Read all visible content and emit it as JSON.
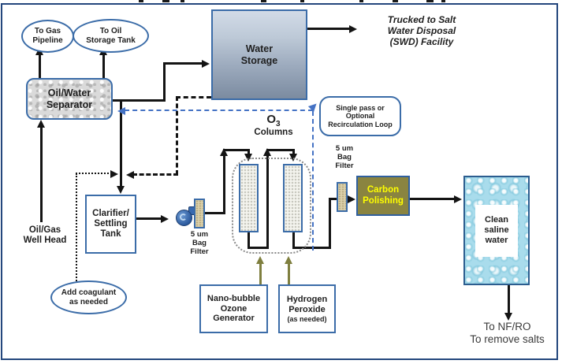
{
  "diagram_title_fragments": "cropped caption strip at top edge",
  "colors": {
    "frame_border": "#24477D",
    "shape_border_blue": "#3B6CA8",
    "line_black": "#141414",
    "recirc_dashed_blue": "#4472C4",
    "dosing_arrow_olive": "#7F7F3F",
    "carbon_box_fill": "#8A8440",
    "carbon_box_text": "#FFFF00",
    "clean_water_fill": "#A9DCEC",
    "storage_fill_top": "#D2DBE7",
    "storage_fill_bottom": "#7B8BA0"
  },
  "nodes": {
    "gas_pipeline": {
      "label": "To Gas\nPipeline"
    },
    "oil_storage_tank": {
      "label": "To Oil\nStorage Tank"
    },
    "separator": {
      "label": "Oil/Water\nSeparator"
    },
    "water_storage": {
      "label": "Water\nStorage"
    },
    "trucked": {
      "label": "Trucked to Salt\nWater Disposal\n(SWD) Facility"
    },
    "single_pass": {
      "label": "Single pass or\nOptional\nRecirculation Loop"
    },
    "o3": {
      "symbol": "O",
      "subscript": "3",
      "caption": "Columns"
    },
    "clarifier": {
      "label": "Clarifier/\nSettling\nTank"
    },
    "well_head": {
      "label": "Oil/Gas\nWell Head"
    },
    "coagulant": {
      "label": "Add coagulant\nas needed"
    },
    "bag_filter_inline": {
      "label": "5 um\nBag\nFilter"
    },
    "bag_filter_post": {
      "label": "5 um\nBag\nFilter"
    },
    "carbon_polishing": {
      "label": "Carbon\nPolishing"
    },
    "clean_saline_water": {
      "label": "Clean\nsaline\nwater"
    },
    "nano_bubble_generator": {
      "label": "Nano-bubble\nOzone\nGenerator"
    },
    "hydrogen_peroxide": {
      "label": "Hydrogen\nPeroxide",
      "note": "(as needed)"
    },
    "nf_ro": {
      "label": "To NF/RO\nTo remove salts"
    }
  }
}
